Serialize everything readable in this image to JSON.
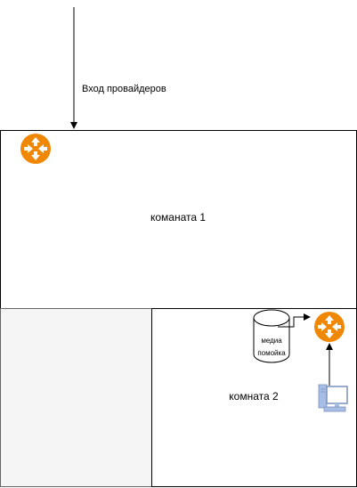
{
  "labels": {
    "provider_input": "Вход провайдеров",
    "room1": "команата 1",
    "room2": "комната 2",
    "media_line1": "медиа",
    "media_line2": "помойка"
  },
  "icons": {
    "router_main": "router-icon",
    "router_room2": "router-icon",
    "media_storage": "database-cylinder-icon",
    "workstation": "desktop-computer-icon"
  },
  "colors": {
    "router": "#f08705",
    "router_arrows": "#ffffff",
    "room3_fill": "#f5f5f5",
    "computer": "#a8bde3",
    "lines": "#000000"
  }
}
